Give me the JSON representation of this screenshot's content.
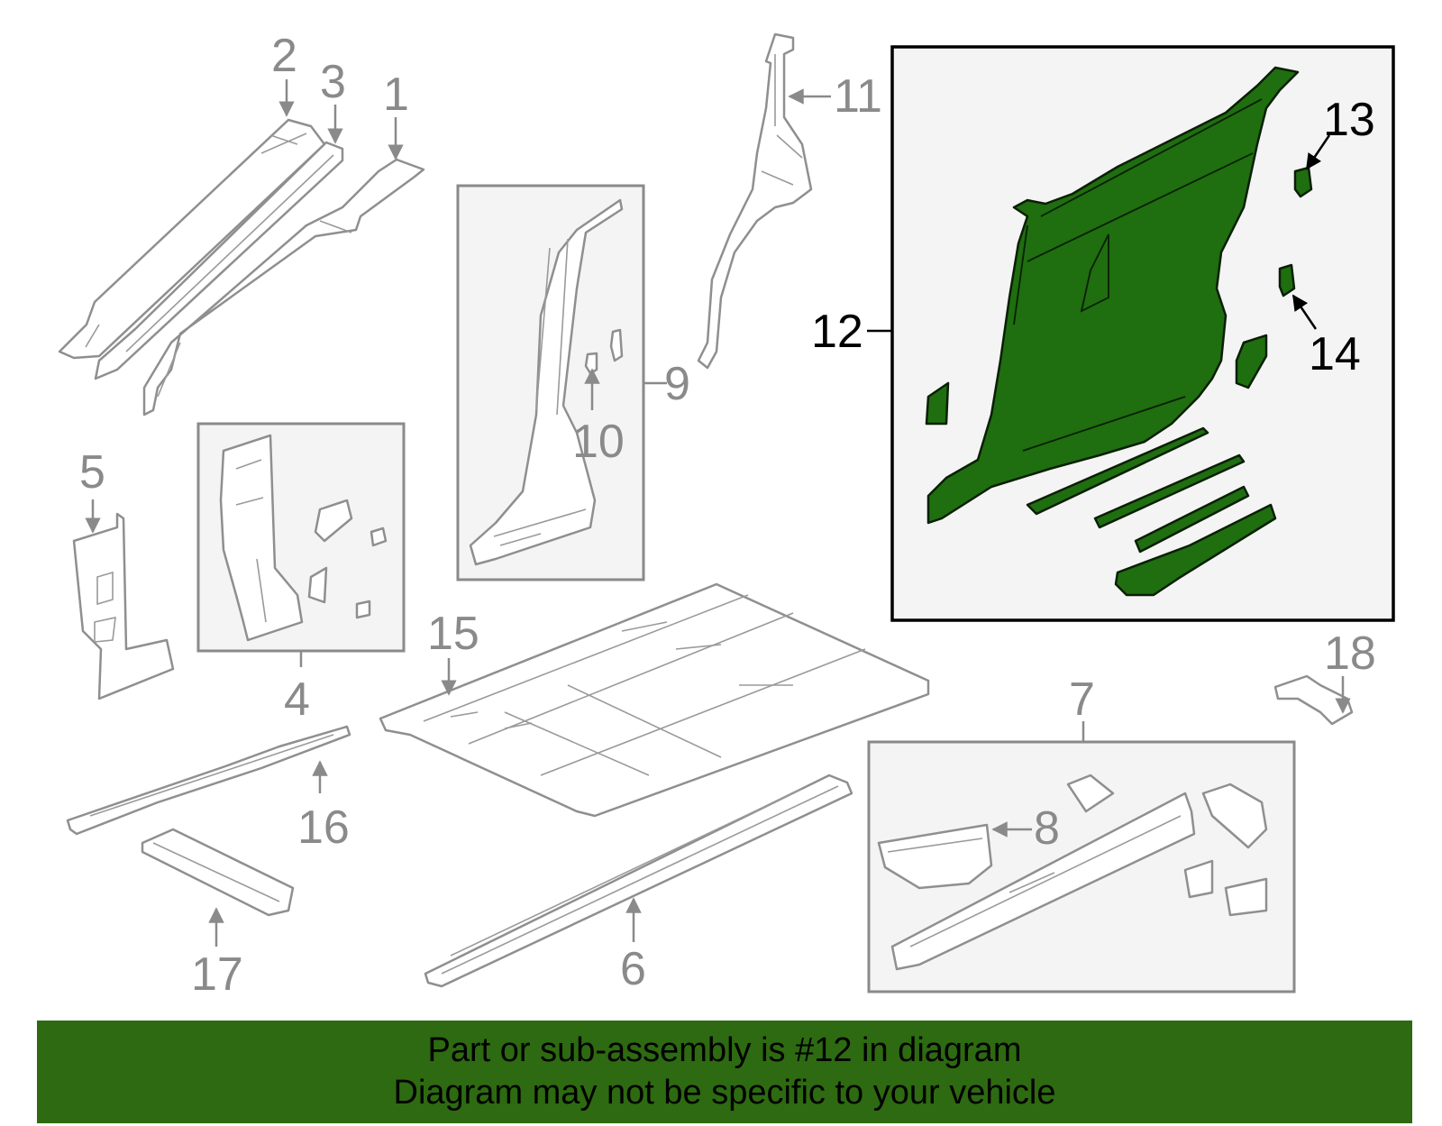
{
  "callouts": {
    "c1": "1",
    "c2": "2",
    "c3": "3",
    "c4": "4",
    "c5": "5",
    "c6": "6",
    "c7": "7",
    "c8": "8",
    "c9": "9",
    "c10": "10",
    "c11": "11",
    "c12": "12",
    "c13": "13",
    "c14": "14",
    "c15": "15",
    "c16": "16",
    "c17": "17",
    "c18": "18"
  },
  "banner": {
    "line1": "Part or sub-assembly is #12 in diagram",
    "line2": "Diagram may not be specific to your vehicle"
  },
  "colors": {
    "highlight_fill": "#1f6e10",
    "banner_background": "#2d6a11",
    "outline_grey": "#8f8f8f"
  }
}
